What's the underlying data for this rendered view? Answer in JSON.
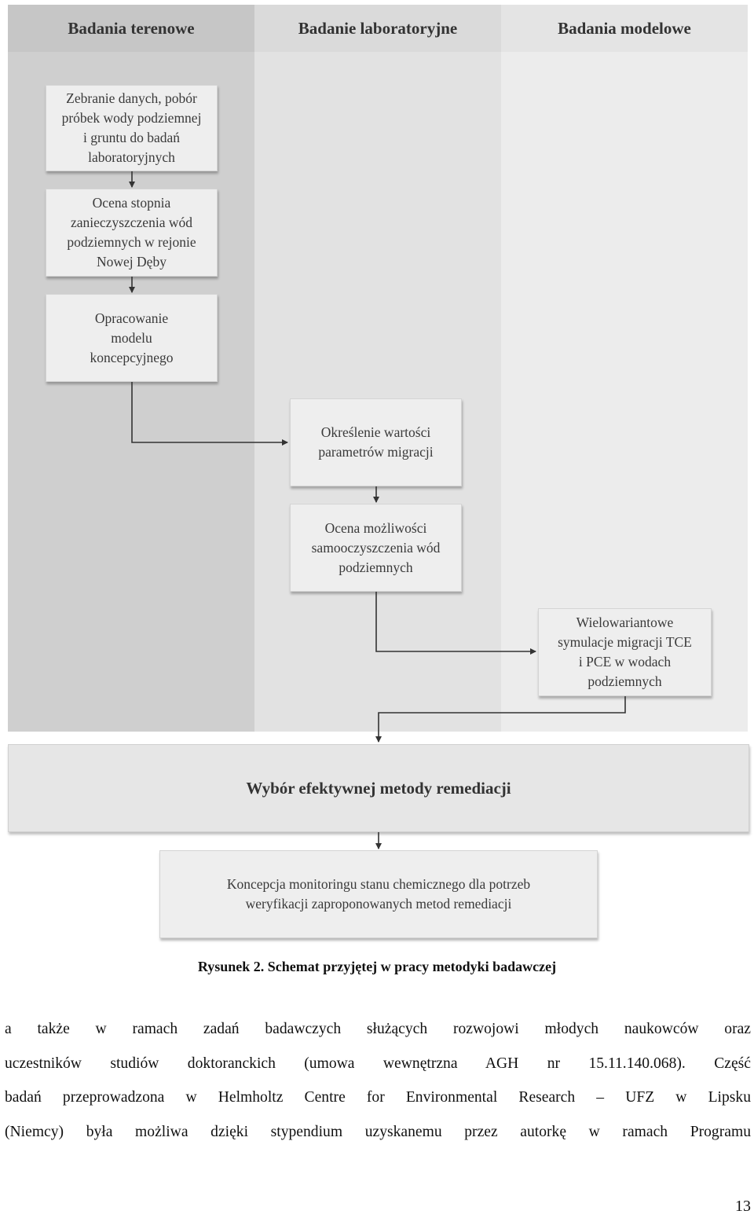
{
  "diagram": {
    "columns": [
      {
        "label": "Badania terenowe"
      },
      {
        "label": "Badanie laboratoryjne"
      },
      {
        "label": "Badania modelowe"
      }
    ],
    "boxes": {
      "zebranie": "Zebranie danych, pobór\npróbek wody podziemnej\ni gruntu do badań\nlaboratoryjnych",
      "ocena_stopnia": "Ocena stopnia\nzanieczyszczenia wód\npodziemnych w rejonie\nNowej Dęby",
      "opracowanie": "Opracowanie\nmodelu\nkoncepcyjnego",
      "okreslenie": "Określenie wartości\nparametrów migracji",
      "ocena_mozliwosci": "Ocena możliwości\nsamooczyszczenia wód\npodziemnych",
      "wielowariantowe": "Wielowariantowe\nsymulacje migracji TCE\ni PCE w wodach\npodziemnych"
    },
    "band": "Wybór efektywnej metody remediacji",
    "koncepcja": "Koncepcja monitoringu stanu chemicznego dla potrzeb\nweryfikacji zaproponowanych metod remediacji"
  },
  "caption": "Rysunek 2. Schemat przyjętej w pracy metodyki badawczej",
  "paragraph": [
    "a także w ramach zadań badawczych służących rozwojowi młodych naukowców oraz",
    "uczestników studiów doktoranckich (umowa wewnętrzna AGH nr 15.11.140.068). Część",
    "badań przeprowadzona w Helmholtz Centre for Environmental Research – UFZ w Lipsku",
    "(Niemcy) była możliwa dzięki stypendium uzyskanemu przez autorkę w ramach Programu"
  ],
  "page_number": "13",
  "colors": {
    "arrow": "#333333",
    "box_fill": "#eeeeee"
  }
}
